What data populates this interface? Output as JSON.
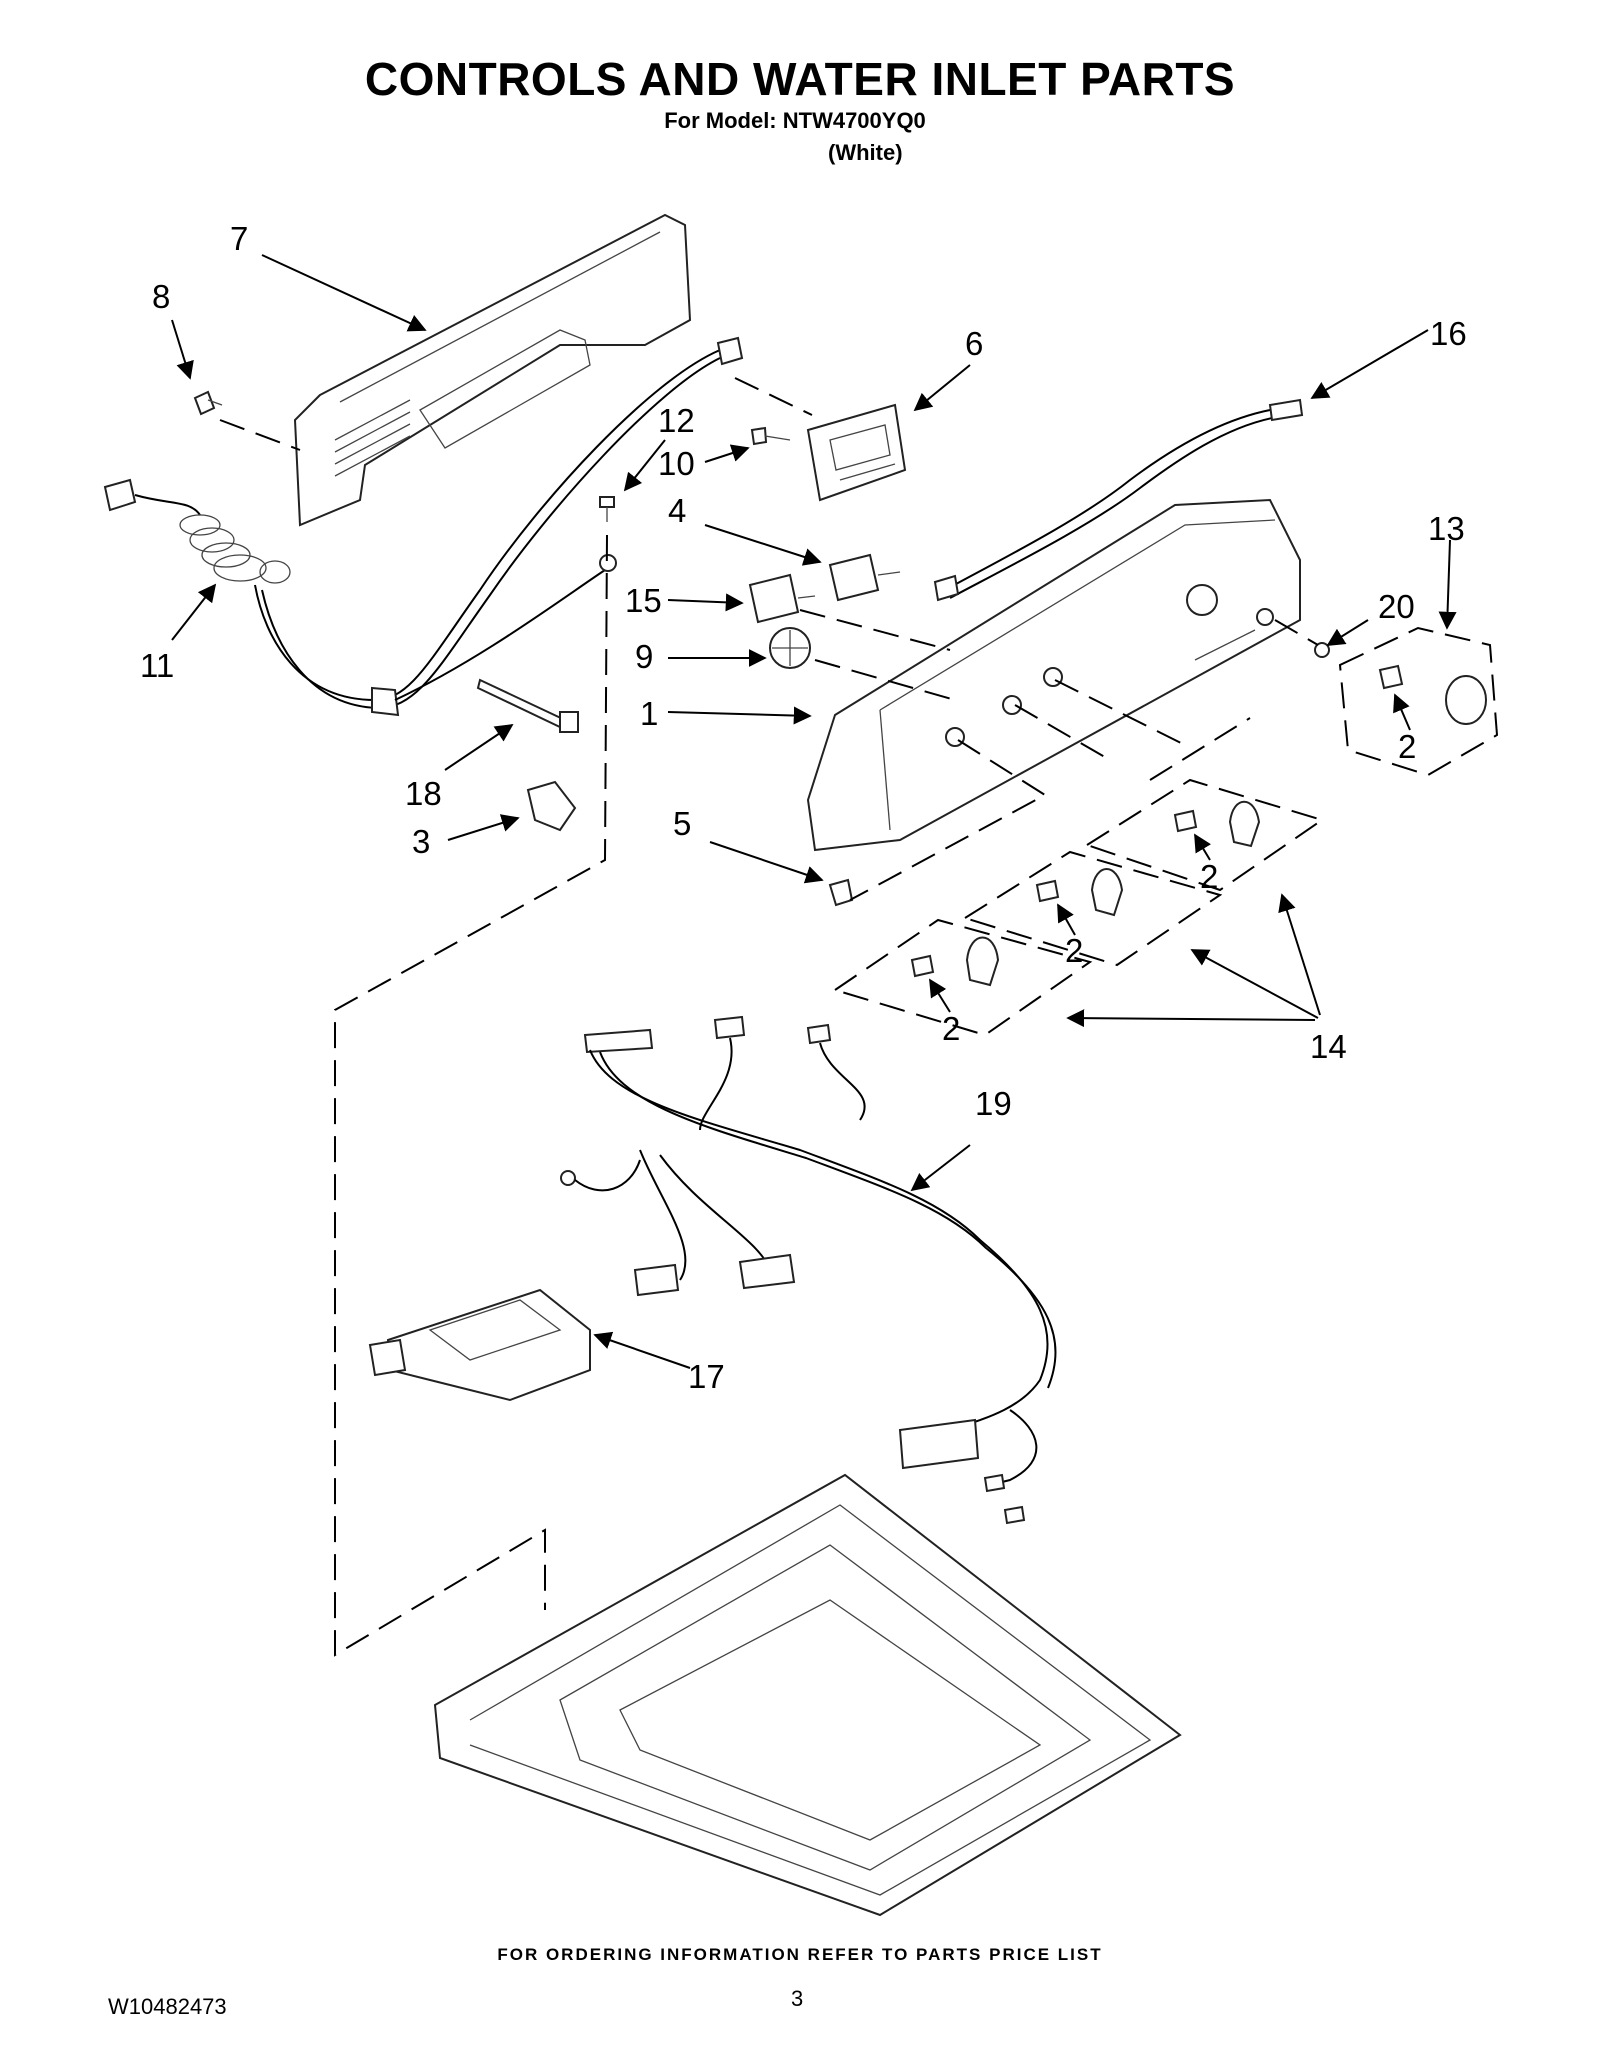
{
  "header": {
    "title": "CONTROLS AND WATER INLET PARTS",
    "model": "For Model: NTW4700YQ0",
    "color": "(White)"
  },
  "callouts": [
    "1",
    "2",
    "2",
    "2",
    "2",
    "2",
    "3",
    "4",
    "5",
    "6",
    "7",
    "8",
    "9",
    "10",
    "11",
    "12",
    "13",
    "14",
    "15",
    "16",
    "17",
    "18",
    "19",
    "20"
  ],
  "footer": {
    "note": "FOR ORDERING INFORMATION REFER TO PARTS PRICE LIST",
    "doc_number": "W10482473",
    "page_number": "3"
  }
}
